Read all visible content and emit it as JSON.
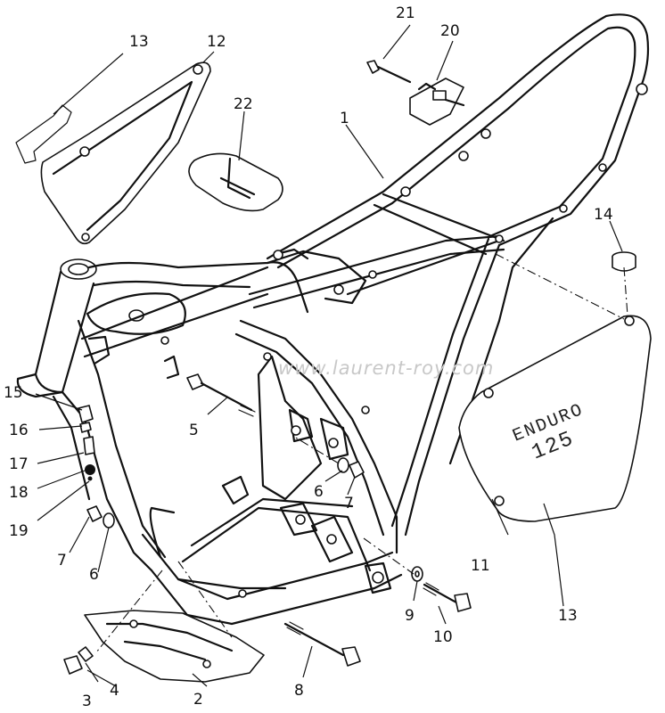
{
  "watermark": "www.laurent-roy.com",
  "side_panel_text": {
    "line1": "ENDURO",
    "line2": "125"
  },
  "callouts": [
    {
      "id": "c1",
      "label": "1"
    },
    {
      "id": "c2",
      "label": "2"
    },
    {
      "id": "c3",
      "label": "3"
    },
    {
      "id": "c4",
      "label": "4"
    },
    {
      "id": "c5",
      "label": "5"
    },
    {
      "id": "c6a",
      "label": "6"
    },
    {
      "id": "c6b",
      "label": "6"
    },
    {
      "id": "c7a",
      "label": "7"
    },
    {
      "id": "c7b",
      "label": "7"
    },
    {
      "id": "c8",
      "label": "8"
    },
    {
      "id": "c9",
      "label": "9"
    },
    {
      "id": "c10",
      "label": "10"
    },
    {
      "id": "c11",
      "label": "11"
    },
    {
      "id": "c12",
      "label": "12"
    },
    {
      "id": "c13a",
      "label": "13"
    },
    {
      "id": "c13b",
      "label": "13"
    },
    {
      "id": "c14",
      "label": "14"
    },
    {
      "id": "c15",
      "label": "15"
    },
    {
      "id": "c16",
      "label": "16"
    },
    {
      "id": "c17",
      "label": "17"
    },
    {
      "id": "c18",
      "label": "18"
    },
    {
      "id": "c19",
      "label": "19"
    },
    {
      "id": "c20",
      "label": "20"
    },
    {
      "id": "c21",
      "label": "21"
    },
    {
      "id": "c22",
      "label": "22"
    }
  ]
}
